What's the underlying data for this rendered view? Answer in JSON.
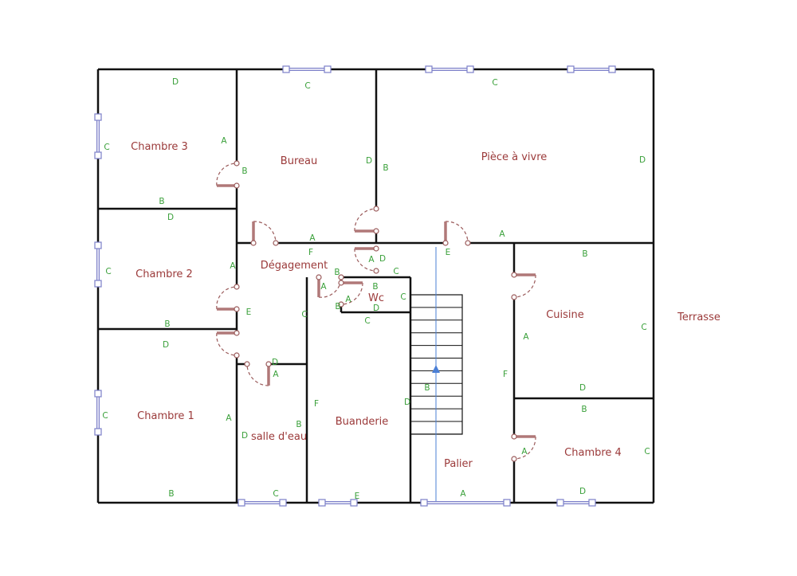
{
  "plan": {
    "rooms": [
      "Chambre 3",
      "Bureau",
      "Pièce à vivre",
      "Dégagement",
      "Chambre 2",
      "Wc",
      "Cuisine",
      "Terrasse",
      "Chambre 1",
      "salle d'eau",
      "Buanderie",
      "Palier",
      "Chambre 4"
    ],
    "wall_labels": [
      "D",
      "C",
      "C",
      "C",
      "A",
      "B",
      "D",
      "B",
      "D",
      "B",
      "D",
      "A",
      "A",
      "F",
      "E",
      "A",
      "D",
      "C",
      "A",
      "C",
      "B",
      "A",
      "B",
      "A",
      "B",
      "C",
      "D",
      "C",
      "E",
      "C",
      "B",
      "D",
      "B",
      "C",
      "A",
      "F",
      "D",
      "A",
      "F",
      "B",
      "D",
      "D",
      "B",
      "C",
      "A",
      "B",
      "D",
      "A",
      "C",
      "B",
      "C",
      "E",
      "A",
      "D"
    ],
    "colors": {
      "wall": "#111111",
      "door": "#b07878",
      "window": "#7b7fc9",
      "label": "#9b3a3a",
      "wall_letter": "#3aa03a",
      "stair_arrow": "#4a7fd6"
    }
  }
}
